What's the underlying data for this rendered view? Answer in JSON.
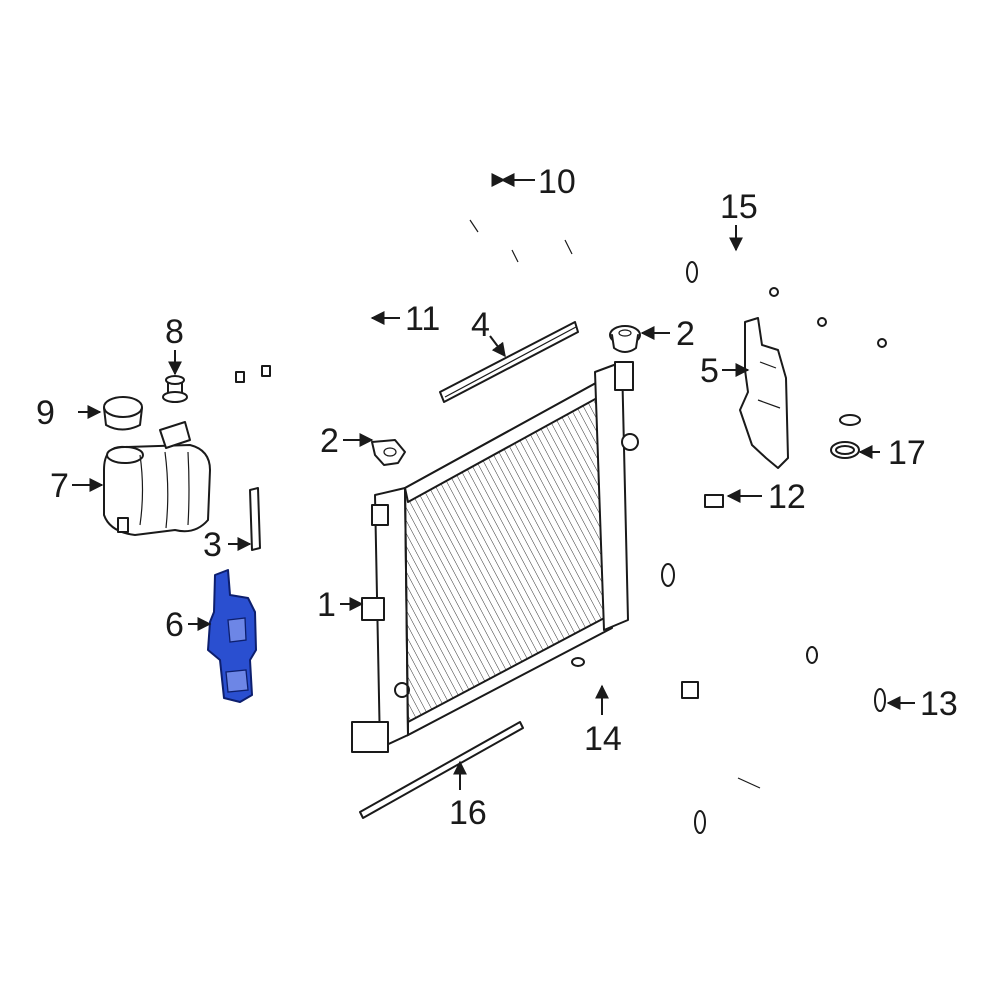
{
  "diagram": {
    "highlight_color": "#2a4fd0",
    "line_color": "#1a1a1a",
    "background": "#ffffff",
    "highlighted_part": "6",
    "callouts": [
      {
        "id": "c1",
        "text": "1"
      },
      {
        "id": "c2a",
        "text": "2"
      },
      {
        "id": "c2b",
        "text": "2"
      },
      {
        "id": "c3",
        "text": "3"
      },
      {
        "id": "c4",
        "text": "4"
      },
      {
        "id": "c5",
        "text": "5"
      },
      {
        "id": "c6",
        "text": "6"
      },
      {
        "id": "c7",
        "text": "7"
      },
      {
        "id": "c8",
        "text": "8"
      },
      {
        "id": "c9",
        "text": "9"
      },
      {
        "id": "c10",
        "text": "10"
      },
      {
        "id": "c11",
        "text": "11"
      },
      {
        "id": "c12",
        "text": "12"
      },
      {
        "id": "c13",
        "text": "13"
      },
      {
        "id": "c14",
        "text": "14"
      },
      {
        "id": "c15",
        "text": "15"
      },
      {
        "id": "c16",
        "text": "16"
      },
      {
        "id": "c17",
        "text": "17"
      }
    ]
  }
}
